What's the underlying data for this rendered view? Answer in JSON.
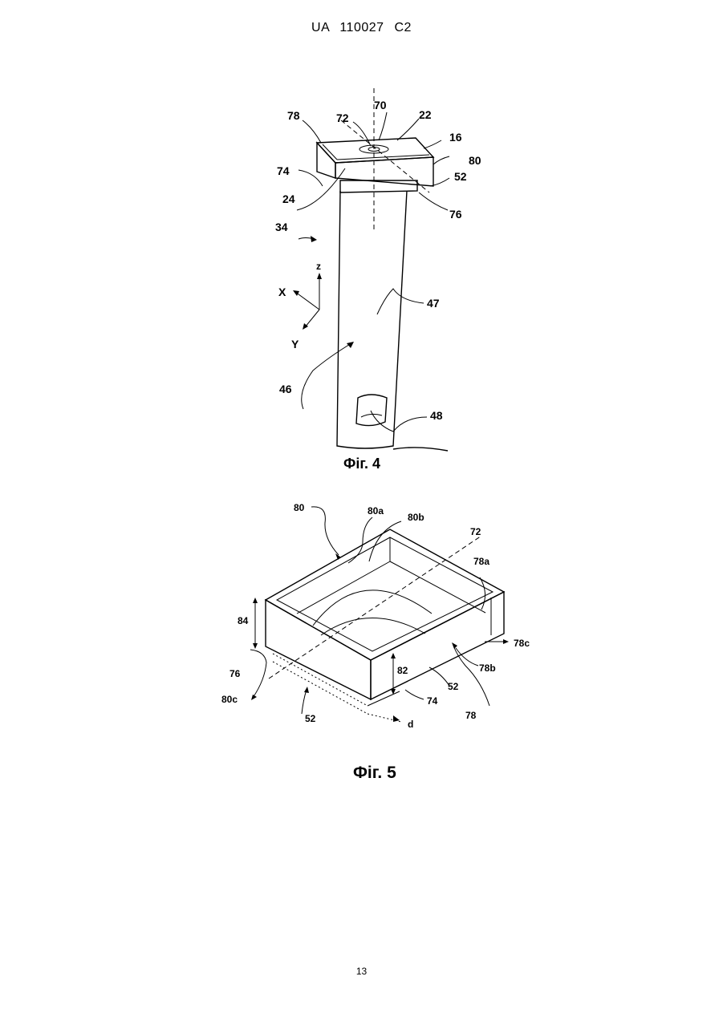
{
  "header": {
    "text": "UA   110027   C2"
  },
  "figure4": {
    "caption": "Фіг. 4",
    "labels": {
      "l70": "70",
      "l72": "72",
      "l78": "78",
      "l22": "22",
      "l16": "16",
      "l80": "80",
      "l52": "52",
      "l74": "74",
      "l24": "24",
      "l76": "76",
      "l34": "34",
      "lz": "z",
      "lx": "X",
      "ly": "Y",
      "l47": "47",
      "l46": "46",
      "l48": "48"
    }
  },
  "figure5": {
    "caption": "Фіг. 5",
    "labels": {
      "l80": "80",
      "l80a": "80a",
      "l80b": "80b",
      "l72": "72",
      "l78a": "78a",
      "l84": "84",
      "l78c": "78c",
      "l82": "82",
      "l78b": "78b",
      "l76": "76",
      "l52a": "52",
      "l74": "74",
      "l80c": "80c",
      "l78": "78",
      "l52b": "52",
      "ld": "d"
    }
  },
  "footer": {
    "page_number": "13"
  }
}
